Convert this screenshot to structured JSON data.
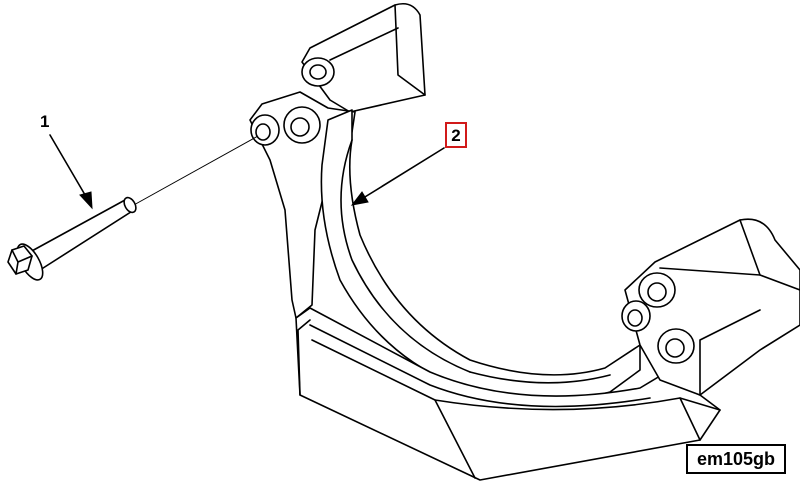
{
  "callouts": {
    "bolt": "1",
    "bracket": "2"
  },
  "figure_code": "em105gb",
  "colors": {
    "line": "#000000",
    "highlight_box": "#d11a1a",
    "background": "#ffffff"
  }
}
